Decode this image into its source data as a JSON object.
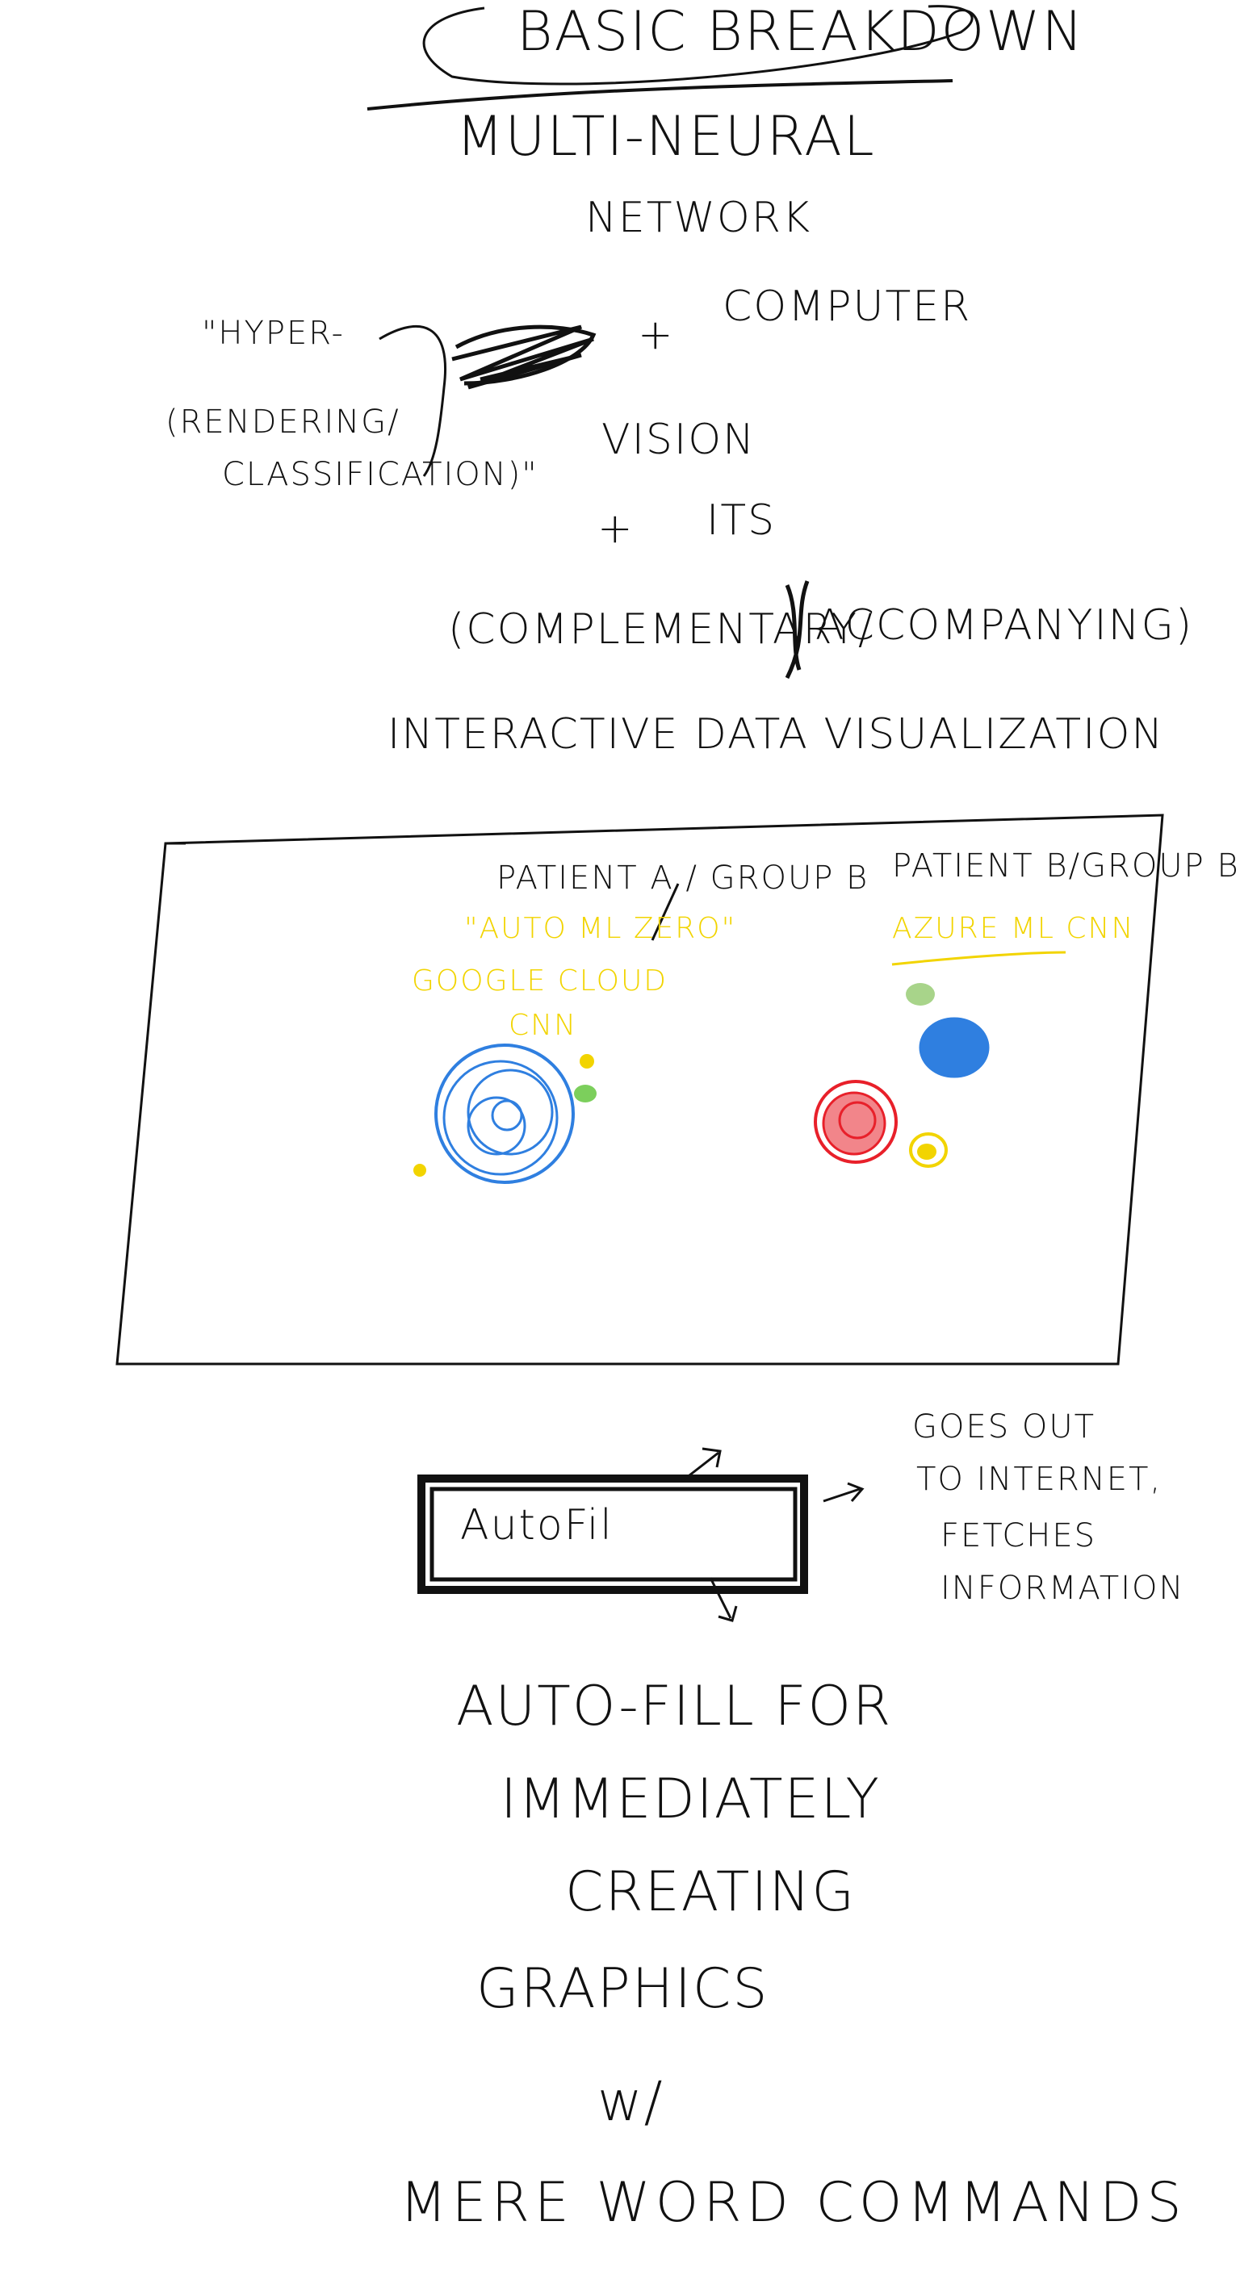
{
  "title": "BASIC BREAKDOWN",
  "concept": {
    "line1": "MULTI-NEURAL",
    "line2": "NETWORK",
    "hyper_quote": "\"HYPER-",
    "hyper_paren1": "(RENDERING/",
    "hyper_paren2": "CLASSIFICATION)\"",
    "plus1": "+",
    "computer": "COMPUTER",
    "vision": "VISION",
    "plus2": "+",
    "its": "ITS",
    "complementary": "(COMPLEMENTARY/",
    "accompanying": "ACCOMPANYING)",
    "interactive": "INTERACTIVE DATA VISUALIZATION"
  },
  "diagram": {
    "patient_a": "PATIENT A / GROUP B",
    "patient_b": "PATIENT B/GROUP B",
    "left_model_1": "\"AUTO ML ZERO\"",
    "left_model_2": "GOOGLE CLOUD",
    "left_model_3": "CNN",
    "right_model": "AZURE ML CNN",
    "colors": {
      "blue": "#2f7fe0",
      "red": "#e8202a",
      "green": "#7ccf5c",
      "yellow": "#f2d400",
      "light_green": "#a8d48a",
      "ink": "#111111"
    }
  },
  "autofill_box": {
    "label": "AutoFil"
  },
  "fetch_note": {
    "line1": "GOES OUT",
    "line2": "TO INTERNET,",
    "line3": "FETCHES",
    "line4": "INFORMATION"
  },
  "summary": {
    "line1": "AUTO-FILL FOR",
    "line2": "IMMEDIATELY",
    "line3": "CREATING",
    "line4": "GRAPHICS",
    "line5": "w/",
    "line6": "MERE WORD COMMANDS"
  }
}
